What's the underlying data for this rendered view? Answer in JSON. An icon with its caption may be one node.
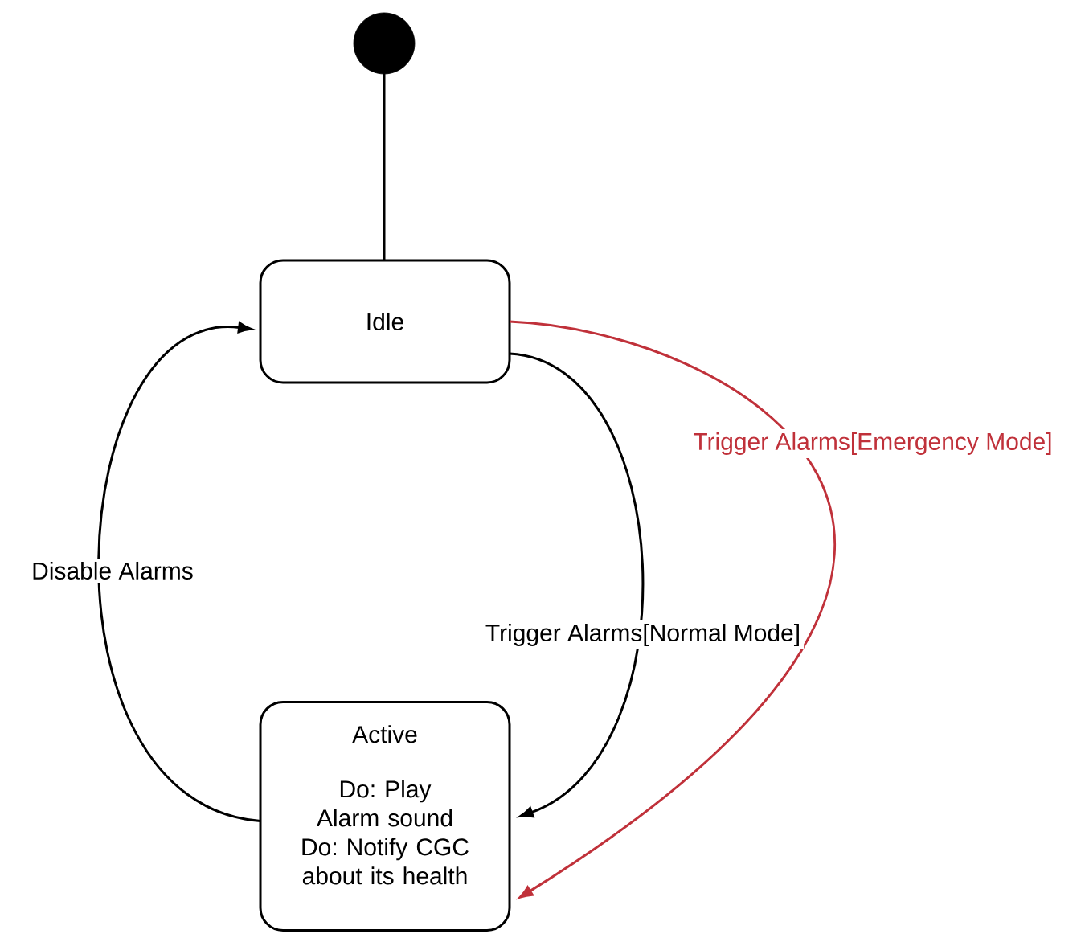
{
  "diagram": {
    "nodes": [
      {
        "text": [],
        "shape": "circle"
      },
      {
        "text": [
          "Idle"
        ]
      },
      {
        "text": [
          "Active",
          "Do: Play Alarm sound",
          "Do: Notify CGC about its health"
        ]
      }
    ],
    "edges": [
      {
        "from": 0,
        "to": 1,
        "arrow": "none"
      },
      {
        "from": 1,
        "to": 2,
        "arrow": "to",
        "label": "Trigger Alarms[Normal Mode]"
      },
      {
        "from": 1,
        "to": 2,
        "arrow": "to",
        "label": "Trigger Alarms[Emergency Mode]",
        "color": "#c0313a"
      },
      {
        "from": 2,
        "to": 1,
        "arrow": "to",
        "label": "Disable Alarms"
      }
    ]
  }
}
